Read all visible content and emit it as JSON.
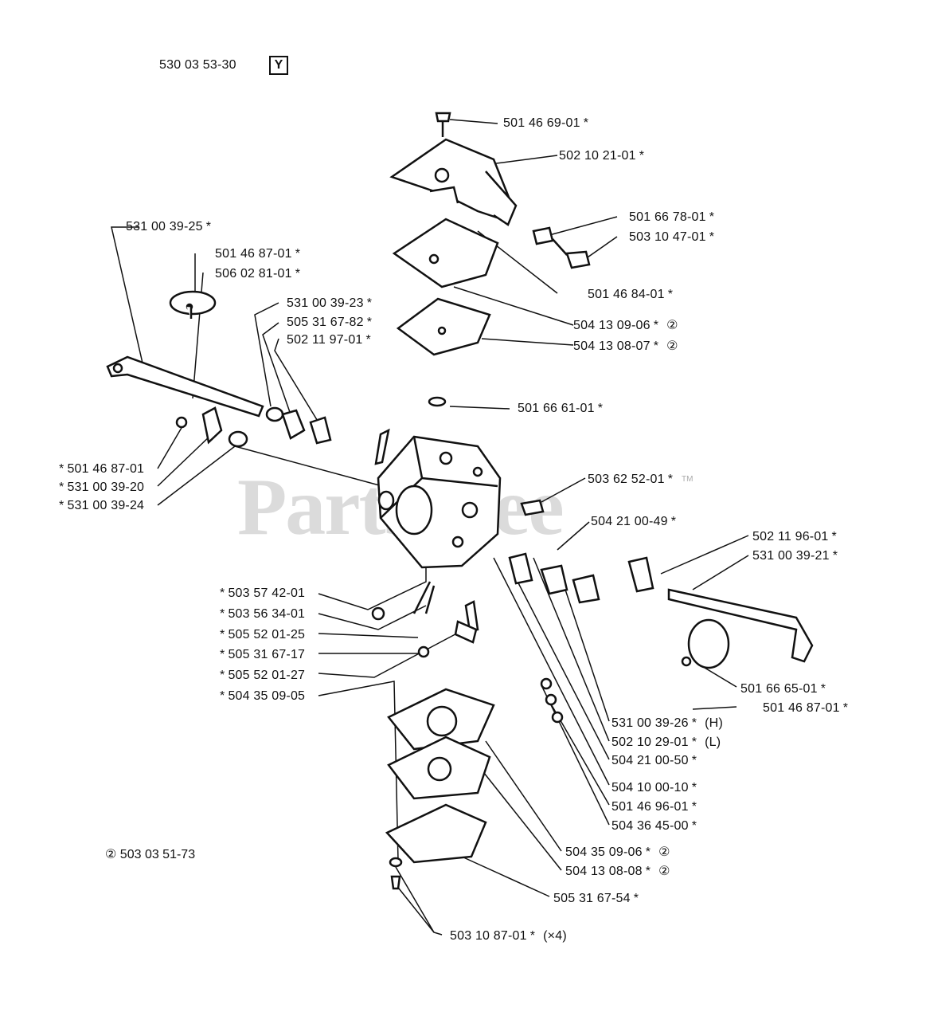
{
  "header": {
    "part_number": "530 03 53-30",
    "badge": "Y"
  },
  "watermark": {
    "text": "PartsTree",
    "tm": "TM"
  },
  "footnote": {
    "symbol": "②",
    "part": "503 03 51-73"
  },
  "callouts": [
    {
      "num": "501 46 69-01",
      "ast": "*",
      "note": ""
    },
    {
      "num": "502 10 21-01",
      "ast": "*",
      "note": ""
    },
    {
      "num": "531 00 39-25",
      "ast": "*",
      "note": ""
    },
    {
      "num": "501 66 78-01",
      "ast": "*",
      "note": ""
    },
    {
      "num": "503 10 47-01",
      "ast": "*",
      "note": ""
    },
    {
      "num": "501 46 87-01",
      "ast": "*",
      "note": ""
    },
    {
      "num": "506 02 81-01",
      "ast": "*",
      "note": ""
    },
    {
      "num": "501 46 84-01",
      "ast": "*",
      "note": ""
    },
    {
      "num": "531 00 39-23",
      "ast": "*",
      "note": ""
    },
    {
      "num": "505 31 67-82",
      "ast": "*",
      "note": ""
    },
    {
      "num": "502 11 97-01",
      "ast": "*",
      "note": ""
    },
    {
      "num": "504 13 09-06",
      "ast": "*",
      "note": "②"
    },
    {
      "num": "504 13 08-07",
      "ast": "*",
      "note": "②"
    },
    {
      "num": "501 66 61-01",
      "ast": "*",
      "note": ""
    },
    {
      "num": "501 46 87-01",
      "ast": "*",
      "note": ""
    },
    {
      "num": "531 00 39-20",
      "ast": "*",
      "note": ""
    },
    {
      "num": "531 00 39-24",
      "ast": "*",
      "note": ""
    },
    {
      "num": "503 62 52-01",
      "ast": "*",
      "note": ""
    },
    {
      "num": "504 21 00-49",
      "ast": "*",
      "note": ""
    },
    {
      "num": "502 11 96-01",
      "ast": "*",
      "note": ""
    },
    {
      "num": "531 00 39-21",
      "ast": "*",
      "note": ""
    },
    {
      "num": "503 57 42-01",
      "ast": "*",
      "note": ""
    },
    {
      "num": "503 56 34-01",
      "ast": "*",
      "note": ""
    },
    {
      "num": "505 52 01-25",
      "ast": "*",
      "note": ""
    },
    {
      "num": "505 31 67-17",
      "ast": "*",
      "note": ""
    },
    {
      "num": "505 52 01-27",
      "ast": "*",
      "note": ""
    },
    {
      "num": "504 35 09-05",
      "ast": "*",
      "note": ""
    },
    {
      "num": "501 66 65-01",
      "ast": "*",
      "note": ""
    },
    {
      "num": "501 46 87-01",
      "ast": "*",
      "note": ""
    },
    {
      "num": "531 00 39-26",
      "ast": "*",
      "note": "(H)"
    },
    {
      "num": "502 10 29-01",
      "ast": "*",
      "note": "(L)"
    },
    {
      "num": "504 21 00-50",
      "ast": "*",
      "note": ""
    },
    {
      "num": "504 10 00-10",
      "ast": "*",
      "note": ""
    },
    {
      "num": "501 46 96-01",
      "ast": "*",
      "note": ""
    },
    {
      "num": "504 36 45-00",
      "ast": "*",
      "note": ""
    },
    {
      "num": "504 35 09-06",
      "ast": "*",
      "note": "②"
    },
    {
      "num": "504 13 08-08",
      "ast": "*",
      "note": "②"
    },
    {
      "num": "505 31 67-54",
      "ast": "*",
      "note": ""
    },
    {
      "num": "503 10 87-01",
      "ast": "*",
      "note": "(×4)"
    }
  ]
}
